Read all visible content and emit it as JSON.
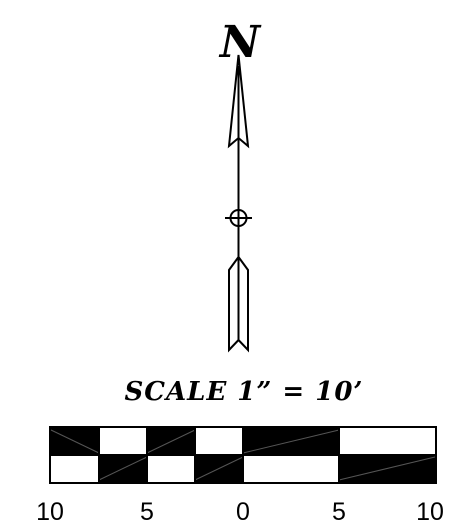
{
  "north_arrow": {
    "letter": "N"
  },
  "scale": {
    "title": "SCALE 1” = 10’",
    "tick_labels": [
      "10",
      "5",
      "0",
      "5",
      "10"
    ]
  },
  "colors": {
    "ink": "#000000",
    "paper": "#ffffff"
  }
}
